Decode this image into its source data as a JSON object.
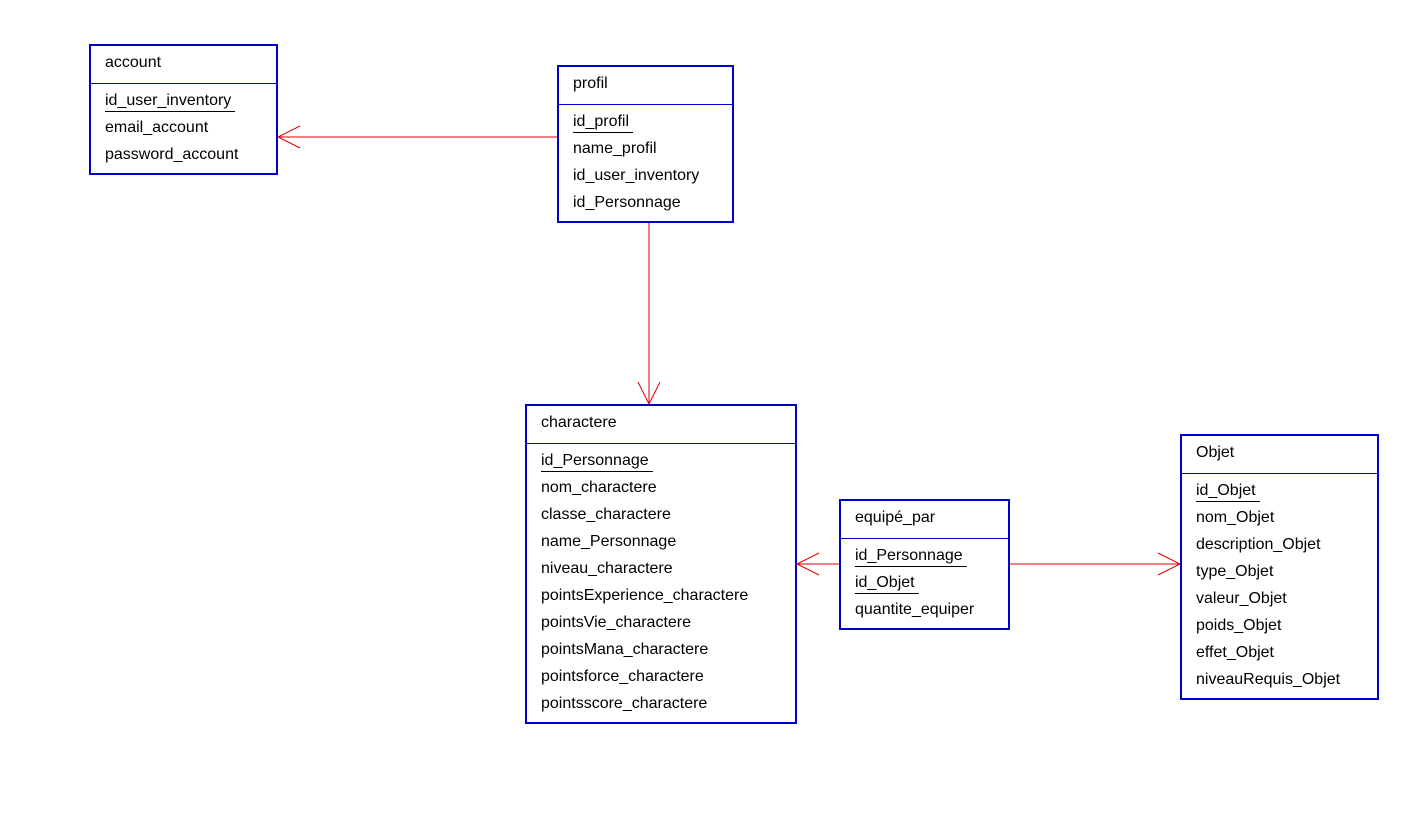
{
  "colors": {
    "entity_border": "#0000cc",
    "link_line": "#e00000",
    "text": "#000000",
    "background": "#ffffff"
  },
  "entities": {
    "account": {
      "title": "account",
      "attributes": [
        {
          "name": "id_user_inventory",
          "key": true
        },
        {
          "name": "email_account",
          "key": false
        },
        {
          "name": "password_account",
          "key": false
        }
      ]
    },
    "profil": {
      "title": "profil",
      "attributes": [
        {
          "name": "id_profil",
          "key": true
        },
        {
          "name": "name_profil",
          "key": false
        },
        {
          "name": "id_user_inventory",
          "key": false
        },
        {
          "name": "id_Personnage",
          "key": false
        }
      ]
    },
    "charactere": {
      "title": "charactere",
      "attributes": [
        {
          "name": "id_Personnage",
          "key": true
        },
        {
          "name": "nom_charactere",
          "key": false
        },
        {
          "name": "classe_charactere",
          "key": false
        },
        {
          "name": "name_Personnage",
          "key": false
        },
        {
          "name": "niveau_charactere",
          "key": false
        },
        {
          "name": "pointsExperience_charactere",
          "key": false
        },
        {
          "name": "pointsVie_charactere",
          "key": false
        },
        {
          "name": "pointsMana_charactere",
          "key": false
        },
        {
          "name": "pointsforce_charactere",
          "key": false
        },
        {
          "name": "pointsscore_charactere",
          "key": false
        }
      ]
    },
    "equipe_par": {
      "title": "equipé_par",
      "attributes": [
        {
          "name": "id_Personnage",
          "key": true
        },
        {
          "name": "id_Objet",
          "key": true
        },
        {
          "name": "quantite_equiper",
          "key": false
        }
      ]
    },
    "objet": {
      "title": "Objet",
      "attributes": [
        {
          "name": "id_Objet",
          "key": true
        },
        {
          "name": "nom_Objet",
          "key": false
        },
        {
          "name": "description_Objet",
          "key": false
        },
        {
          "name": "type_Objet",
          "key": false
        },
        {
          "name": "valeur_Objet",
          "key": false
        },
        {
          "name": "poids_Objet",
          "key": false
        },
        {
          "name": "effet_Objet",
          "key": false
        },
        {
          "name": "niveauRequis_Objet",
          "key": false
        }
      ]
    }
  },
  "relationships": [
    {
      "from": "profil",
      "to": "account"
    },
    {
      "from": "profil",
      "to": "charactere"
    },
    {
      "from": "equipe_par",
      "to": "charactere"
    },
    {
      "from": "equipe_par",
      "to": "objet"
    }
  ]
}
